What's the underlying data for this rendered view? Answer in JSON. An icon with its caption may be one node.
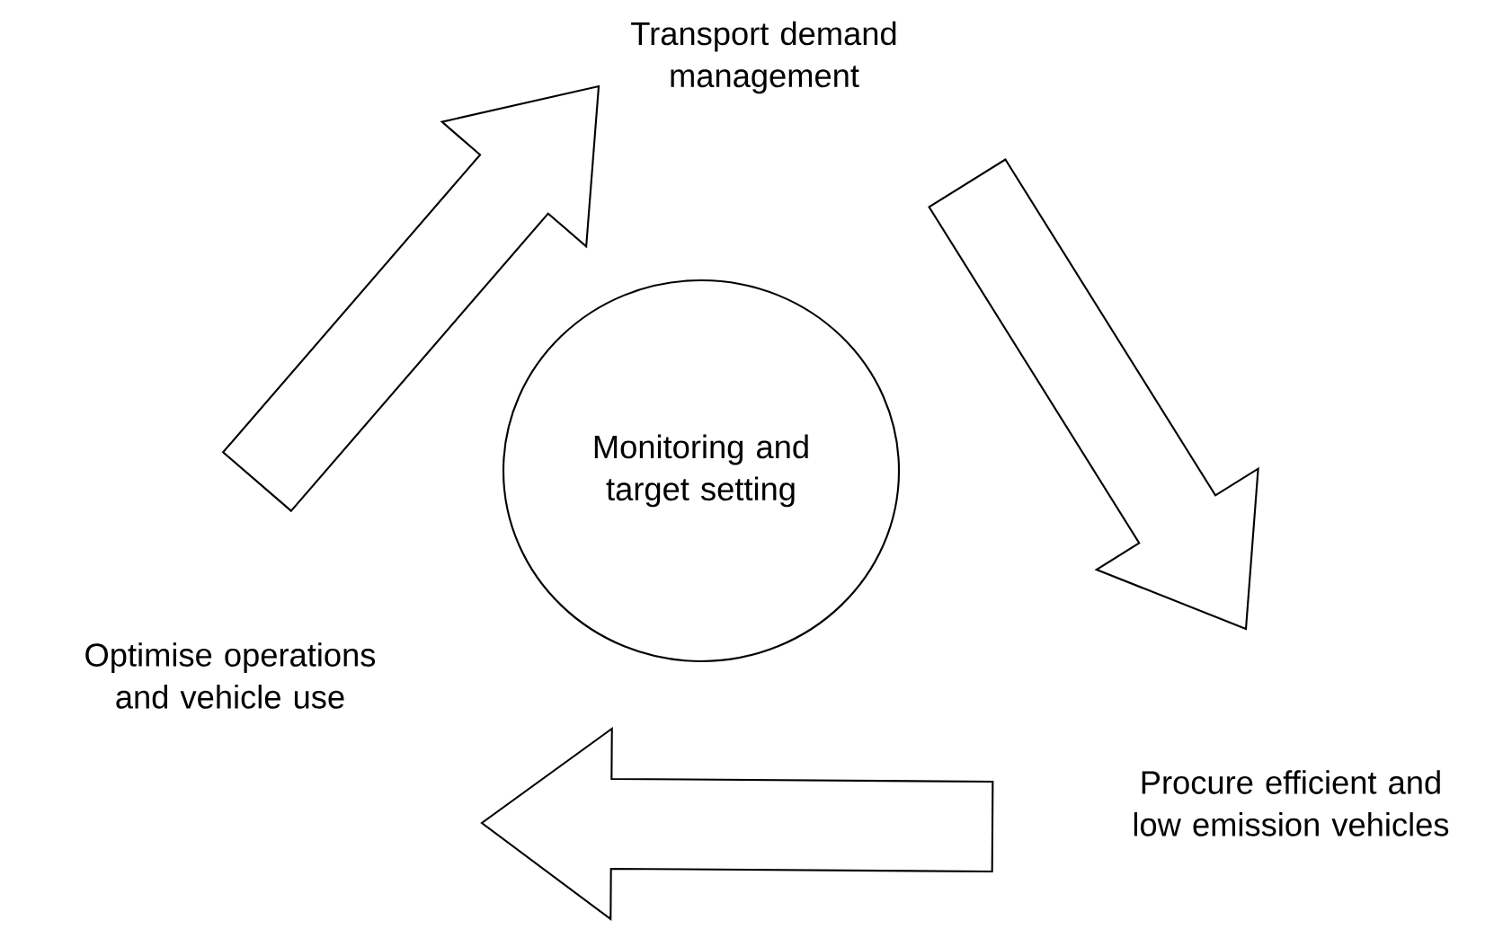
{
  "diagram": {
    "nodes": [
      {
        "text": [
          "Transport demand management"
        ]
      },
      {
        "text": [
          "Procure efficient and low emission vehicles"
        ]
      },
      {
        "text": [
          "Optimise operations and vehicle use"
        ]
      },
      {
        "text": [
          "Monitoring and target setting"
        ]
      }
    ],
    "edges": [
      {
        "from": 2,
        "to": 0,
        "arrow": "to"
      },
      {
        "from": 0,
        "to": 1,
        "arrow": "to"
      },
      {
        "from": 1,
        "to": 2,
        "arrow": "to"
      }
    ]
  }
}
